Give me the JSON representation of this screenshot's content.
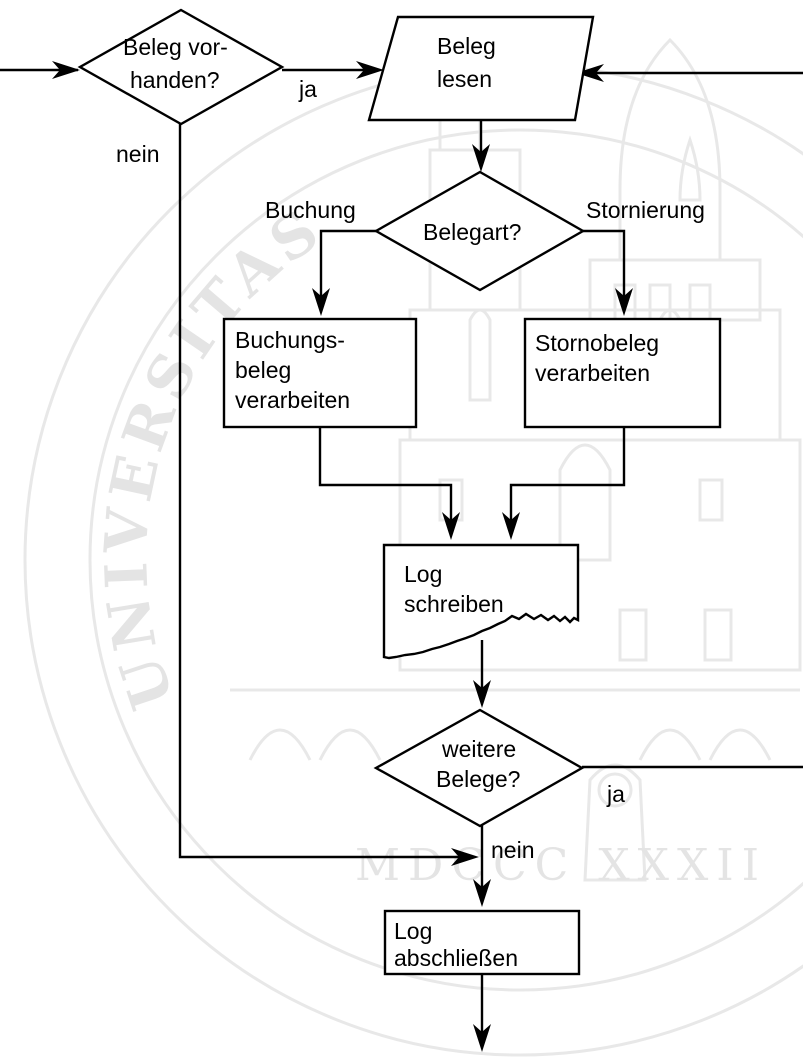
{
  "watermark": {
    "arc_text": "UNIVERSITAS",
    "year_text": "MDCCC XXXII"
  },
  "nodes": {
    "decision_beleg": [
      "Beleg vor-",
      "handen?"
    ],
    "beleg_lesen": [
      "Beleg",
      "lesen"
    ],
    "belegart": [
      "Belegart?"
    ],
    "buchungsbeleg": [
      "Buchungs-",
      "beleg",
      "verarbeiten"
    ],
    "stornobeleg": [
      "Stornobeleg",
      "verarbeiten"
    ],
    "log_schreiben": [
      "Log",
      "schreiben"
    ],
    "weitere_belege": [
      "weitere",
      "Belege?"
    ],
    "log_abschliessen": [
      "Log",
      "abschließen"
    ]
  },
  "edge_labels": {
    "ja_top": "ja",
    "nein_left": "nein",
    "buchung": "Buchung",
    "stornierung": "Stornierung",
    "ja_bottom": "ja",
    "nein_bottom": "nein"
  }
}
